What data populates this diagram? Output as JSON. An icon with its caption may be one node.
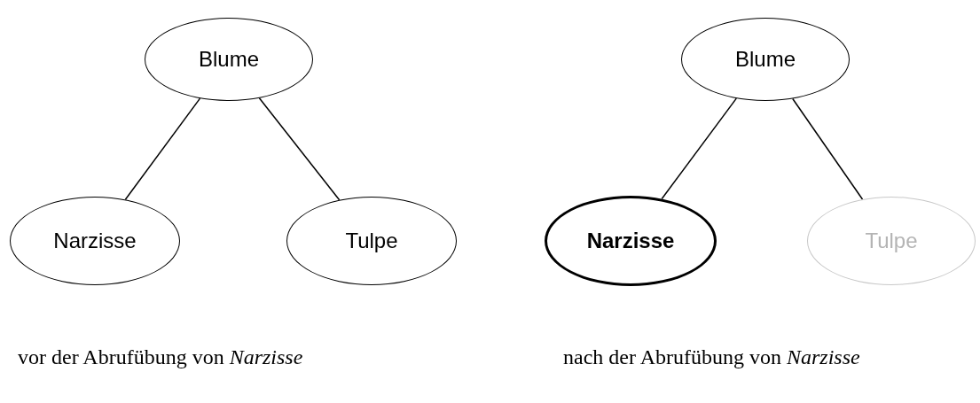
{
  "diagram": {
    "nodes": [
      {
        "text": [
          "Blume"
        ]
      },
      {
        "text": [
          "Narzisse"
        ]
      },
      {
        "text": [
          "Tulpe"
        ]
      },
      {
        "text": [
          "Blume"
        ]
      },
      {
        "text": [
          "Narzisse"
        ]
      },
      {
        "text": [
          "Tulpe"
        ]
      }
    ],
    "edges": [
      {
        "from": 0,
        "to": 1,
        "arrow": "none"
      },
      {
        "from": 0,
        "to": 2,
        "arrow": "none"
      },
      {
        "from": 3,
        "to": 4,
        "arrow": "none"
      },
      {
        "from": 3,
        "to": 5,
        "arrow": "none"
      }
    ],
    "labels": [
      "vor der Abrufübung von *Narzisse*",
      "nach der Abrufübung von *Narzisse*"
    ]
  }
}
